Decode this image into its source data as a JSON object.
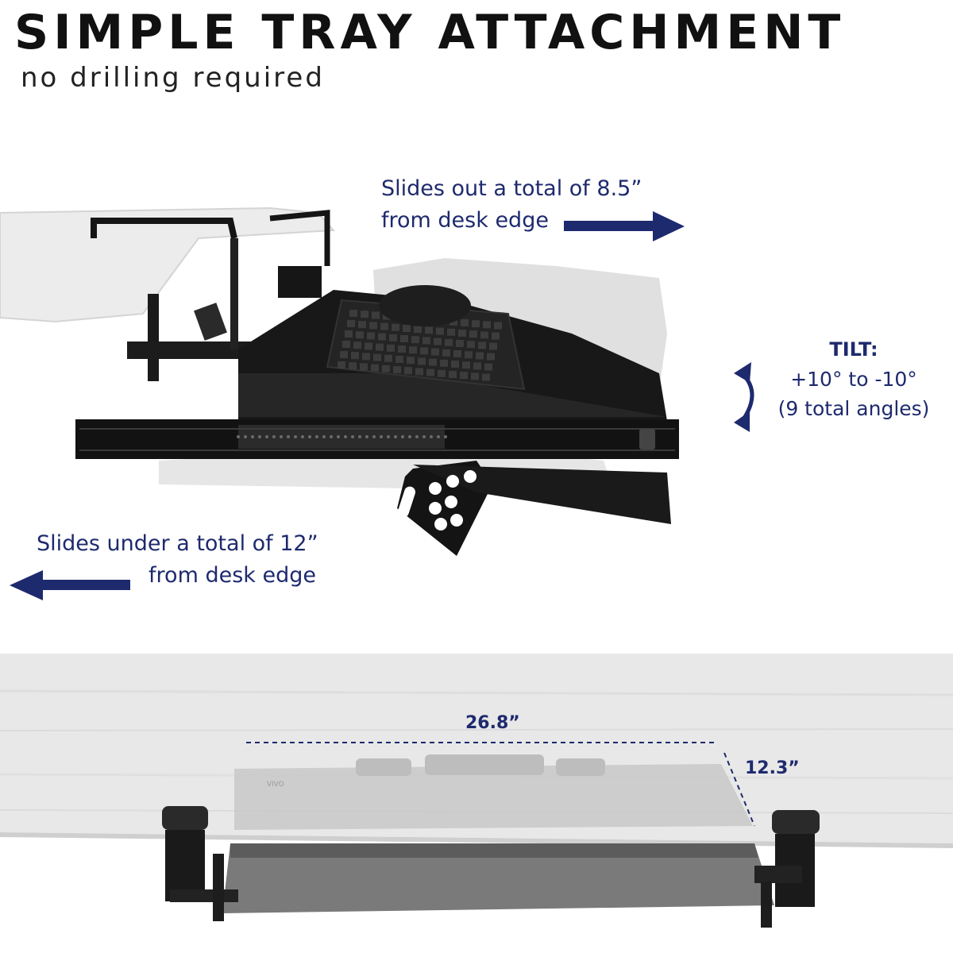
{
  "title": "SIMPLE TRAY ATTACHMENT",
  "subtitle": "no drilling required",
  "slide_out": {
    "line1": "Slides out a total of 8.5”",
    "line2": "from desk edge"
  },
  "slide_under": {
    "line1": "Slides under a total of 12”",
    "line2": "from desk edge"
  },
  "tilt": {
    "label": "TILT:",
    "range": "+10° to -10°",
    "angles": "(9 total angles)"
  },
  "dimensions": {
    "width": "26.8”",
    "depth": "12.3”"
  },
  "tray_logo": "VIVO",
  "colors": {
    "accent": "#1e2a6e",
    "text": "#111111",
    "product": "#151515",
    "desk": "#e7e7e7"
  }
}
